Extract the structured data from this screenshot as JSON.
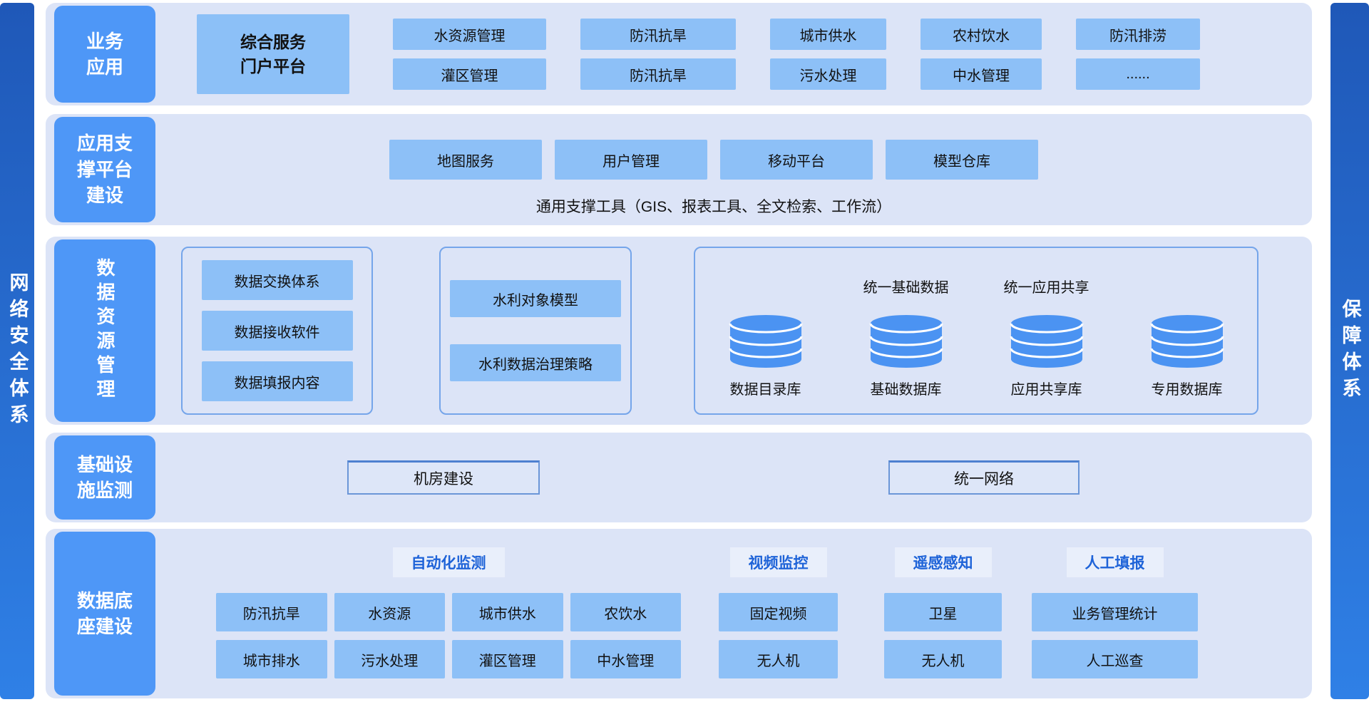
{
  "colors": {
    "side_bar_top": "#1f58b8",
    "side_bar_bottom": "#2f80e6",
    "section_label_bg": "#4e97f7",
    "panel_bg": "#dce4f7",
    "button_bg": "#8dc0f7",
    "group_border": "#75a5ea",
    "chip_bg": "#e9effb",
    "chip_text": "#1e63d8",
    "database_icon": "#4b93f2"
  },
  "left_bar": {
    "label": "网络安全体系"
  },
  "right_bar": {
    "label": "保障体系"
  },
  "business": {
    "label": "业务\n应用",
    "portal": "综合服务\n门户平台",
    "apps_row1": [
      "水资源管理",
      "防汛抗旱",
      "城市供水",
      "农村饮水",
      "防汛排涝"
    ],
    "apps_row2": [
      "灌区管理",
      "防汛抗旱",
      "污水处理",
      "中水管理",
      "......"
    ]
  },
  "support": {
    "label": "应用支\n撑平台\n建设",
    "tools": [
      "地图服务",
      "用户管理",
      "移动平台",
      "模型仓库"
    ],
    "common_tools": "通用支撑工具（GIS、报表工具、全文检索、工作流）"
  },
  "data_resource": {
    "label": "数据资源管理",
    "exchange_items": [
      "数据交换体系",
      "数据接收软件",
      "数据填报内容"
    ],
    "model_items": [
      "水利对象模型",
      "水利数据治理策略"
    ],
    "unified_headings": [
      "统一基础数据",
      "统一应用共享"
    ],
    "databases": [
      "数据目录库",
      "基础数据库",
      "应用共享库",
      "专用数据库"
    ]
  },
  "infrastructure": {
    "label": "基础设\n施监测",
    "items": [
      "机房建设",
      "统一网络"
    ]
  },
  "data_base": {
    "label": "数据底\n座建设",
    "groups": [
      {
        "title": "自动化监测",
        "row1": [
          "防汛抗旱",
          "水资源",
          "城市供水",
          "农饮水"
        ],
        "row2": [
          "城市排水",
          "污水处理",
          "灌区管理",
          "中水管理"
        ]
      },
      {
        "title": "视频监控",
        "row1": [
          "固定视频"
        ],
        "row2": [
          "无人机"
        ]
      },
      {
        "title": "遥感感知",
        "row1": [
          "卫星"
        ],
        "row2": [
          "无人机"
        ]
      },
      {
        "title": "人工填报",
        "row1": [
          "业务管理统计"
        ],
        "row2": [
          "人工巡查"
        ]
      }
    ]
  }
}
